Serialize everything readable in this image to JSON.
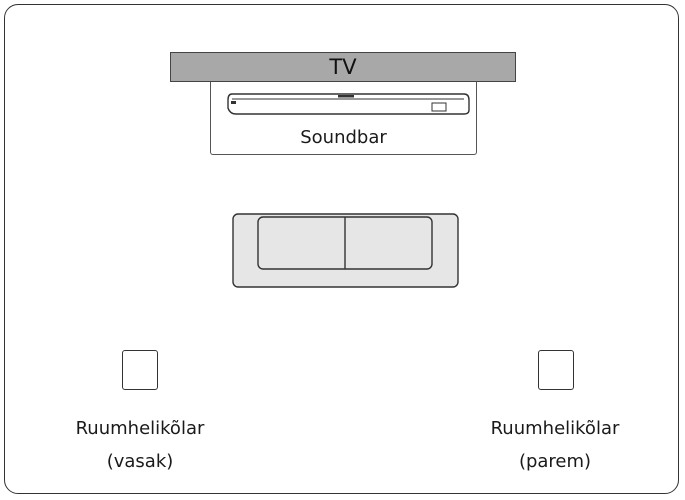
{
  "diagram": {
    "tv_label": "TV",
    "soundbar_label": "Soundbar",
    "speaker_left": {
      "line1": "Ruumhelikõlar",
      "line2": "(vasak)"
    },
    "speaker_right": {
      "line1": "Ruumhelikõlar",
      "line2": "(parem)"
    }
  }
}
